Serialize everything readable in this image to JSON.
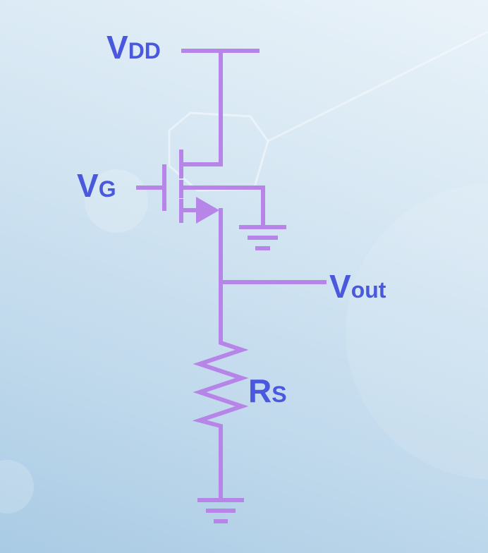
{
  "labels": {
    "vdd": {
      "main": "V",
      "sub": "DD"
    },
    "vg": {
      "main": "V",
      "sub": "G"
    },
    "vout": {
      "main": "V",
      "sub": "out"
    },
    "rs": {
      "main": "R",
      "sub": "S"
    }
  },
  "colors": {
    "wire": "#b785e8",
    "label": "#4a58de",
    "background": "#c6dcee"
  }
}
